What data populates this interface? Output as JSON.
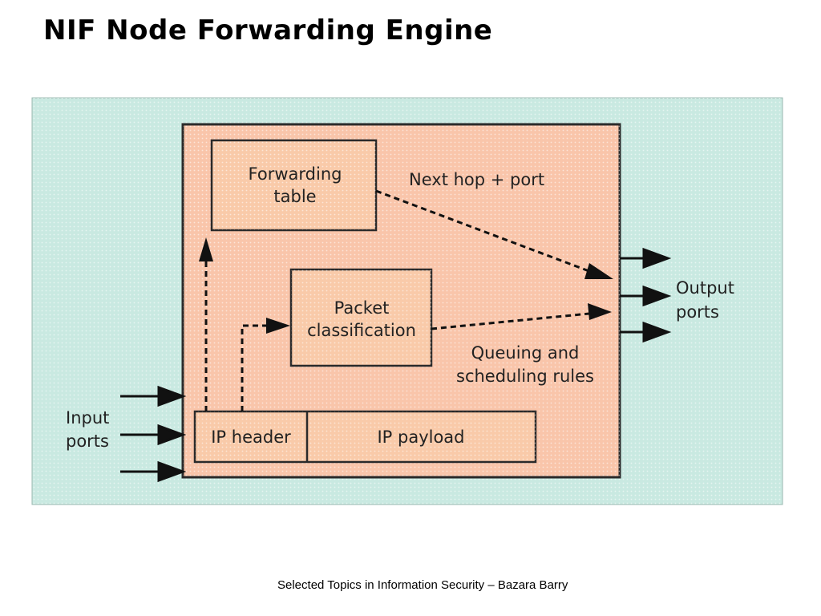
{
  "slide": {
    "title": "NIF Node Forwarding Engine",
    "footer": "Selected Topics in Information Security – Bazara Barry"
  },
  "diagram": {
    "forwarding_table": {
      "line1": "Forwarding",
      "line2": "table"
    },
    "packet_classification": {
      "line1": "Packet",
      "line2": "classification"
    },
    "ip_header": "IP header",
    "ip_payload": "IP payload",
    "next_hop_label": "Next hop + port",
    "queuing_label": {
      "line1": "Queuing and",
      "line2": "scheduling rules"
    },
    "output_ports_label": {
      "line1": "Output",
      "line2": "ports"
    },
    "input_ports_label": {
      "line1": "Input",
      "line2": "ports"
    }
  },
  "colors": {
    "background_panel": "#c9e9e1",
    "engine_box": "#f9c5aa",
    "inner_boxes": "#f9caa9",
    "outline": "#2a2a2a"
  }
}
